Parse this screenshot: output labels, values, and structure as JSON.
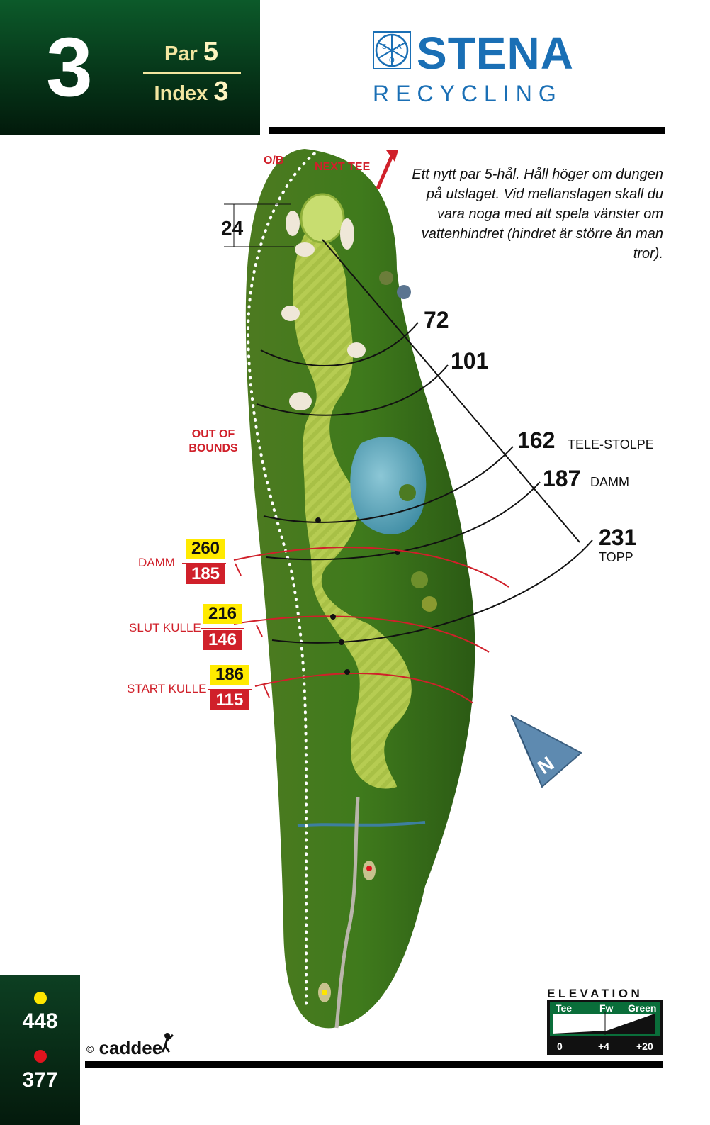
{
  "hole": {
    "number": "3",
    "par_label": "Par",
    "par_value": "5",
    "index_label": "Index",
    "index_value": "3"
  },
  "sponsor": {
    "name": "STENA",
    "subtitle": "RECYCLING",
    "emblem_letters": [
      "S",
      "A",
      "O"
    ]
  },
  "description": "Ett nytt par 5-hål. Håll höger om dungen på utslaget. Vid mellanslagen skall du vara noga med att spela vänster om vattenhindret (hindret är större än man tror).",
  "labels": {
    "ob": "O/B",
    "next_tee": "NEXT TEE",
    "out_of_bounds_1": "OUT OF",
    "out_of_bounds_2": "BOUNDS"
  },
  "green_depth": "24",
  "distances": [
    {
      "value": "72",
      "note": ""
    },
    {
      "value": "101",
      "note": ""
    },
    {
      "value": "162",
      "note": "TELE-STOLPE"
    },
    {
      "value": "187",
      "note": "DAMM"
    },
    {
      "value": "231",
      "note": "TOPP"
    }
  ],
  "hazards": [
    {
      "name": "DAMM",
      "yellow": "260",
      "red": "185"
    },
    {
      "name": "SLUT KULLE",
      "yellow": "216",
      "red": "146"
    },
    {
      "name": "START KULLE",
      "yellow": "186",
      "red": "115"
    }
  ],
  "compass": "N",
  "tees": {
    "yellow_length": "448",
    "red_length": "377",
    "yellow_color": "#ffe600",
    "red_color": "#e0141e"
  },
  "elevation": {
    "title": "ELEVATION",
    "tee_label": "Tee",
    "fw_label": "Fw",
    "green_label": "Green",
    "tee_value": "0",
    "fw_value": "+4",
    "green_value": "+20"
  },
  "credit": {
    "symbol": "©",
    "name": "caddee"
  },
  "colors": {
    "header_green": "#063619",
    "brand_blue": "#1a6fb5",
    "hazard_red": "#d0202a",
    "yellow_tag": "#ffea00"
  }
}
